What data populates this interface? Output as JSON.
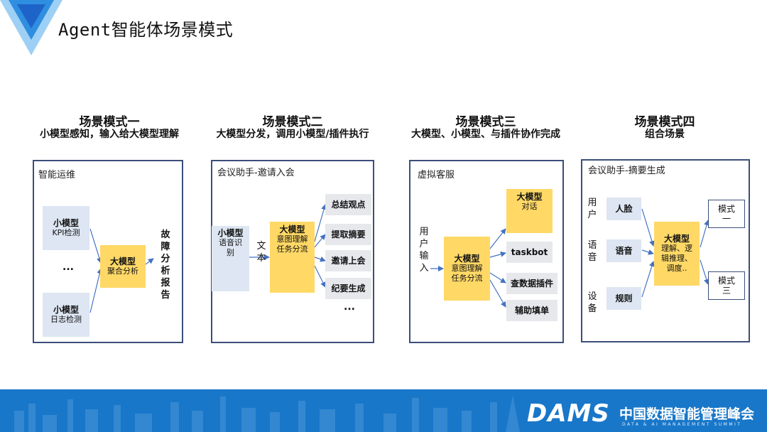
{
  "header": {
    "title": "Agent智能体场景模式"
  },
  "modes": [
    {
      "title": "场景模式一",
      "subtitle": "小模型感知，输入给大模型理解",
      "panel_label": "智能运维"
    },
    {
      "title": "场景模式二",
      "subtitle": "大模型分发，调用小模型/插件执行",
      "panel_label": "会议助手-邀请入会"
    },
    {
      "title": "场景模式三",
      "subtitle": "大模型、小模型、与插件协作完成",
      "panel_label": "虚拟客服"
    },
    {
      "title": "场景模式四",
      "subtitle": "组合场景",
      "panel_label": "会议助手-摘要生成"
    }
  ],
  "mode1": {
    "small1_title": "小模型",
    "small1_text": "KPI检测",
    "ellipsis": "...",
    "small2_title": "小模型",
    "small2_text": "日志检测",
    "big_title": "大模型",
    "big_text": "聚合分析",
    "output": [
      "故",
      "障",
      "分",
      "析",
      "报",
      "告"
    ]
  },
  "mode2": {
    "small_title": "小模型",
    "small_text": "语音识别",
    "edge_label": [
      "文",
      "本"
    ],
    "big_title": "大模型",
    "big_text": "意图理解任务分流",
    "actions": [
      "总结观点",
      "提取摘要",
      "邀请上会",
      "纪要生成"
    ],
    "ellipsis": "..."
  },
  "mode3": {
    "input": [
      "用",
      "户",
      "输",
      "入"
    ],
    "big_title": "大模型",
    "big_text": "意图理解任务分流",
    "big2_title": "大模型",
    "big2_text": "对话",
    "actions": [
      "taskbot",
      "查数据插件",
      "辅助填单"
    ]
  },
  "mode4": {
    "inputs": [
      [
        "用",
        "户"
      ],
      [
        "语",
        "音"
      ],
      [
        "设",
        "备"
      ]
    ],
    "smalls": [
      "人脸",
      "语音",
      "规则"
    ],
    "big_title": "大模型",
    "big_text": "理解、逻辑推理、调度..",
    "outputs": [
      "模式一",
      "模式三"
    ]
  },
  "footer": {
    "brand": "DAMS",
    "brand_cn": "中国数据智能管理峰会",
    "brand_en": "DATA & AI MANAGEMENT SUMMIT"
  },
  "colors": {
    "accent": "#1877c9",
    "panel_border": "#3b4e7a",
    "big_model": "#ffd866",
    "small_model": "#dde6f2",
    "action": "#e6e8ec"
  }
}
